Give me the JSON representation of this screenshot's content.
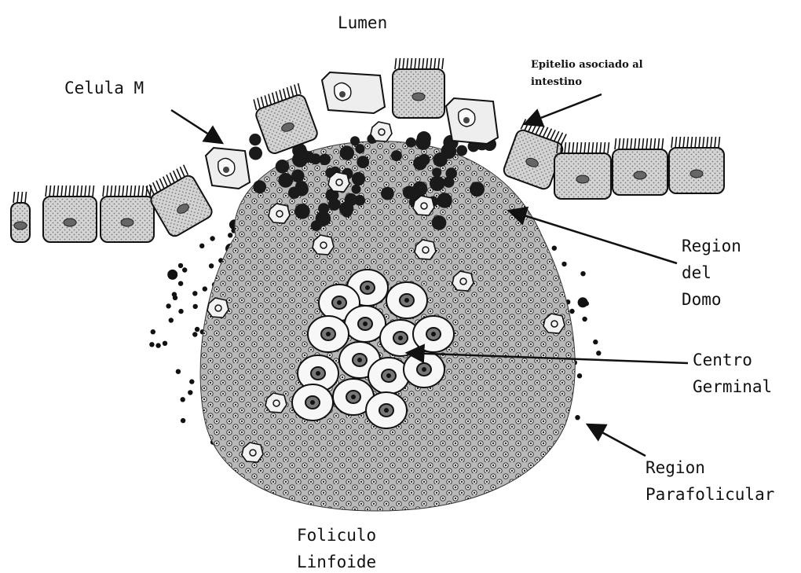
{
  "labels": {
    "lumen": "Lumen",
    "celula_m": "Celula M",
    "epitelio": "Epitelio asociado al\nintestino",
    "region_domo": "Region\ndel\nDomo",
    "centro_germinal": "Centro\nGerminal",
    "region_parafolicular": "Region\nParafolicular",
    "foliculo_linfoide": "Foliculo\nLinfoide"
  },
  "colors": {
    "ink": "#111111",
    "cell_fill": "#d9d9d9",
    "follicle_fill": "#bdbdbd",
    "germinal_cell_fill": "#f5f5f5"
  }
}
